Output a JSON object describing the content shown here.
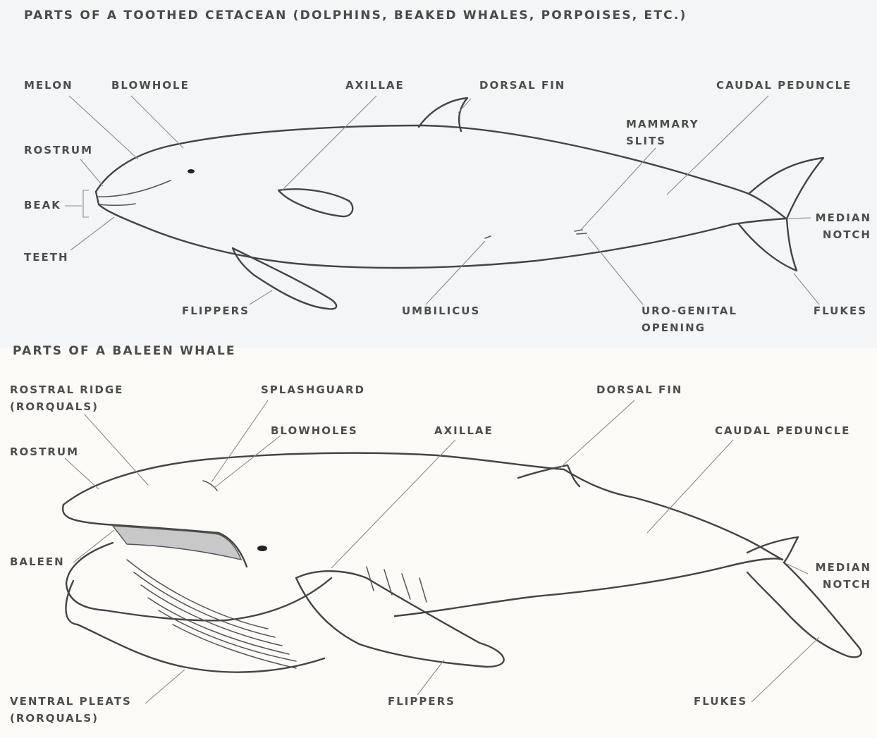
{
  "toothed": {
    "title": "PARTS OF A TOOTHED CETACEAN (DOLPHINS, BEAKED WHALES, PORPOISES, ETC.)",
    "labels": {
      "melon": "MELON",
      "blowhole": "BLOWHOLE",
      "axillae": "AXILLAE",
      "dorsal_fin": "DORSAL FIN",
      "caudal_peduncle": "CAUDAL PEDUNCLE",
      "mammary_slits_1": "MAMMARY",
      "mammary_slits_2": "SLITS",
      "rostrum": "ROSTRUM",
      "beak": "BEAK",
      "median_notch_1": "MEDIAN",
      "median_notch_2": "NOTCH",
      "teeth": "TEETH",
      "flippers": "FLIPPERS",
      "umbilicus": "UMBILICUS",
      "uro_genital_1": "URO-GENITAL",
      "uro_genital_2": "OPENING",
      "flukes": "FLUKES"
    }
  },
  "baleen": {
    "title": "PARTS OF A BALEEN WHALE",
    "labels": {
      "rostral_ridge_1": "ROSTRAL RIDGE",
      "rostral_ridge_2": "(RORQUALS)",
      "splashguard": "SPLASHGUARD",
      "dorsal_fin": "DORSAL FIN",
      "blowholes": "BLOWHOLES",
      "axillae": "AXILLAE",
      "caudal_peduncle": "CAUDAL PEDUNCLE",
      "rostrum": "ROSTRUM",
      "baleen": "BALEEN",
      "median_notch_1": "MEDIAN",
      "median_notch_2": "NOTCH",
      "ventral_pleats_1": "VENTRAL PLEATS",
      "ventral_pleats_2": "(RORQUALS)",
      "flippers": "FLIPPERS",
      "flukes": "FLUKES"
    }
  }
}
